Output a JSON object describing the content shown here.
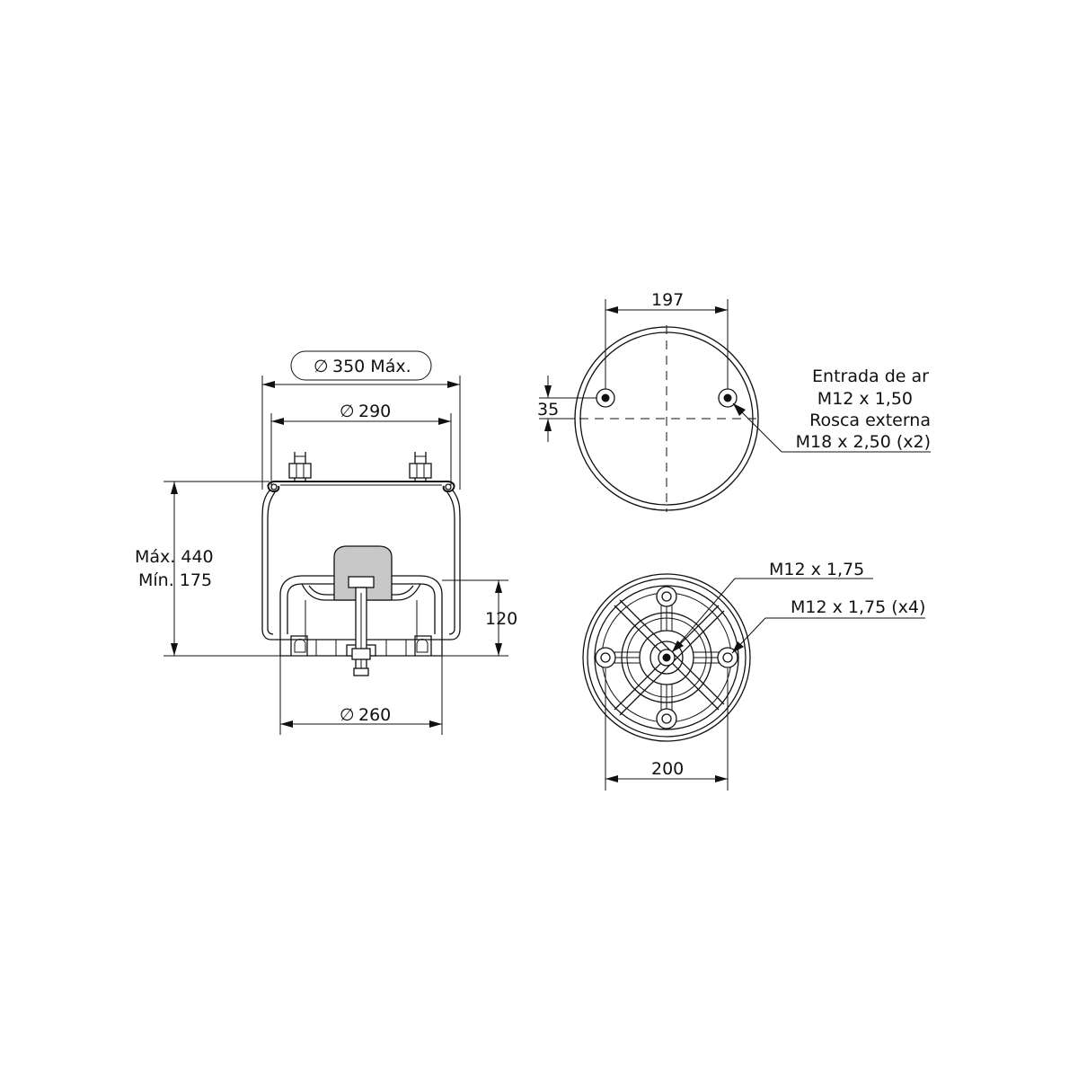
{
  "side_view": {
    "dim_outer_diameter": "350 Máx.",
    "dim_bead_diameter": "290",
    "dim_piston_diameter": "260",
    "dim_height_max": "Máx. 440",
    "dim_height_min": "Mín. 175",
    "dim_piston_height": "120",
    "diameter_symbol": "∅"
  },
  "top_view": {
    "dim_stud_spacing": "197",
    "dim_stud_offset": "35",
    "callout_lines": [
      "Entrada de ar",
      "M12 x 1,50",
      "Rosca externa",
      "M18 x 2,50 (x2)"
    ]
  },
  "bottom_view": {
    "callout_center": "M12 x 1,75",
    "callout_holes": "M12 x 1,75 (x4)",
    "dim_hole_spacing": "200"
  }
}
